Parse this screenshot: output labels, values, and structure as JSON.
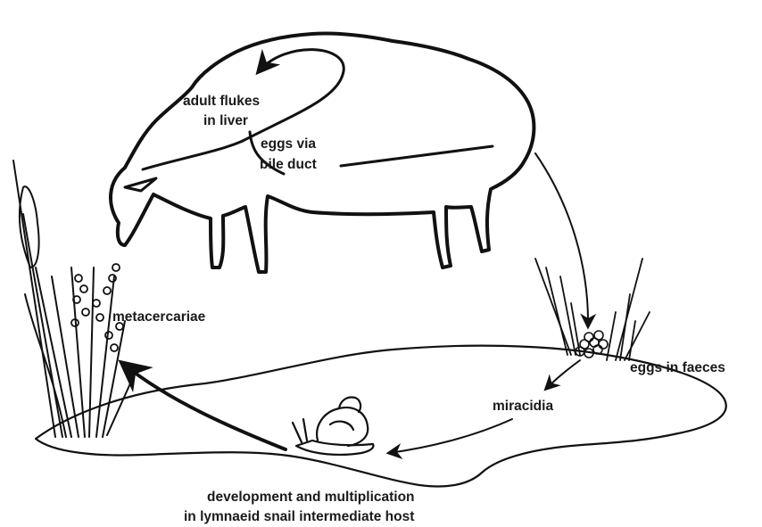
{
  "labels": {
    "adult_flukes_1": "adult flukes",
    "adult_flukes_2": "in liver",
    "eggs_via_1": "eggs via",
    "eggs_via_2": "bile duct",
    "metacercariae": "metacercariae",
    "eggs_in_faeces": "eggs in faeces",
    "miracidia": "miracidia",
    "development_1": "development and multiplication",
    "development_2": "in lymnaeid snail intermediate host"
  },
  "colors": {
    "ink": "#111111",
    "background": "#ffffff"
  }
}
